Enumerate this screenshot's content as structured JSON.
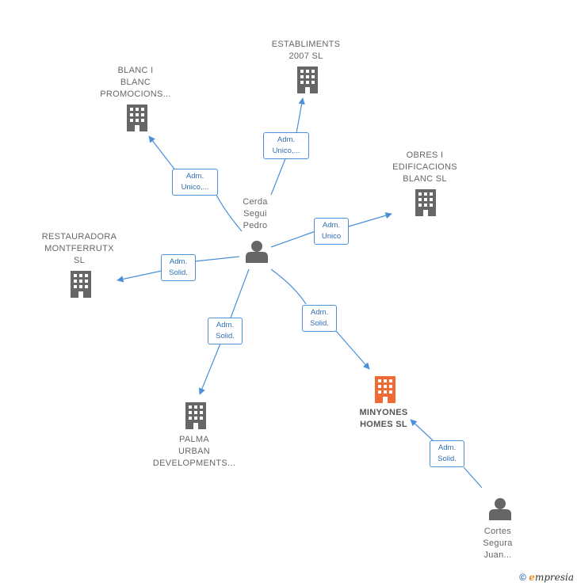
{
  "colors": {
    "edge": "#4a90d9",
    "building": "#666666",
    "focus_building": "#f06a35",
    "person": "#666666"
  },
  "nodes": {
    "establiments": {
      "label": "ESTABLIMENTS\n2007  SL",
      "icon": "building-icon"
    },
    "blanc": {
      "label": "BLANC I\nBLANC\nPROMOCIONS...",
      "icon": "building-icon"
    },
    "obres": {
      "label": "OBRES I\nEDIFICACIONS\nBLANC  SL",
      "icon": "building-icon"
    },
    "restauradora": {
      "label": "RESTAURADORA\nMONTFERRUTX\nSL",
      "icon": "building-icon"
    },
    "palma": {
      "label": "PALMA\nURBAN\nDEVELOPMENTS...",
      "icon": "building-icon"
    },
    "minyones": {
      "label": "MINYONES\nHOMES  SL",
      "icon": "building-icon"
    },
    "cerda": {
      "label": "Cerda\nSegui\nPedro",
      "icon": "person-icon"
    },
    "cortes": {
      "label": "Cortes\nSegura\nJuan...",
      "icon": "person-icon"
    }
  },
  "edges": {
    "to_establiments": "Adm.\nUnico,...",
    "to_blanc": "Adm.\nUnico,...",
    "to_obres": "Adm.\nUnico",
    "to_restauradora": "Adm.\nSolid.",
    "to_palma": "Adm.\nSolid.",
    "to_minyones": "Adm.\nSolid.",
    "cortes_to_minyones": "Adm.\nSolid."
  },
  "footer": {
    "copyright": "©",
    "brand_initial": "e",
    "brand_rest": "mpresia"
  }
}
